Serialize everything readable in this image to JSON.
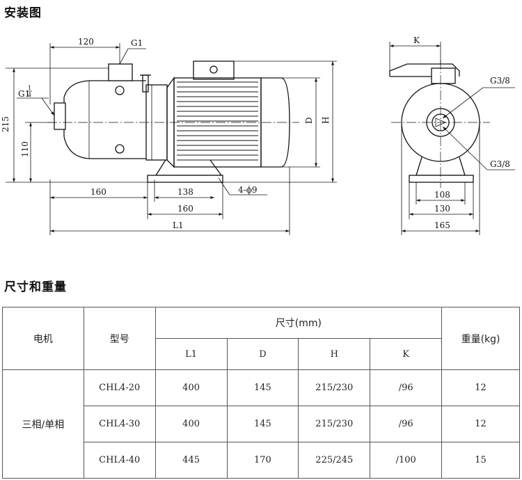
{
  "sections": {
    "installation_title": "安装图",
    "table_title": "尺寸和重量"
  },
  "drawing_labels": {
    "dim_120": "120",
    "g1": "G1",
    "g1_quarter_base": "G1",
    "g1_quarter_num": "1",
    "g1_quarter_den": "4",
    "dim_215": "215",
    "dim_110": "110",
    "dim_d": "D",
    "dim_h": "H",
    "dim_160_top": "160",
    "dim_138": "138",
    "holes": "4-ϕ9",
    "dim_160_bottom": "160",
    "dim_l1": "L1",
    "dim_k": "K",
    "g38_top": "G3/8",
    "g38_bottom": "G3/8",
    "dim_108": "108",
    "dim_130": "130",
    "dim_165": "165"
  },
  "table": {
    "col_motor": "电机",
    "col_model": "型号",
    "col_size": "尺寸(mm)",
    "col_weight": "重量(kg)",
    "sub_headers": [
      "L1",
      "D",
      "H",
      "K"
    ],
    "motor_type": "三相/单相",
    "rows": [
      {
        "model": "CHL4-20",
        "l1": "400",
        "d": "145",
        "h": "215/230",
        "k": "/96",
        "weight": "12"
      },
      {
        "model": "CHL4-30",
        "l1": "400",
        "d": "145",
        "h": "215/230",
        "k": "/96",
        "weight": "12"
      },
      {
        "model": "CHL4-40",
        "l1": "445",
        "d": "170",
        "h": "225/245",
        "k": "/100",
        "weight": "15"
      }
    ]
  }
}
